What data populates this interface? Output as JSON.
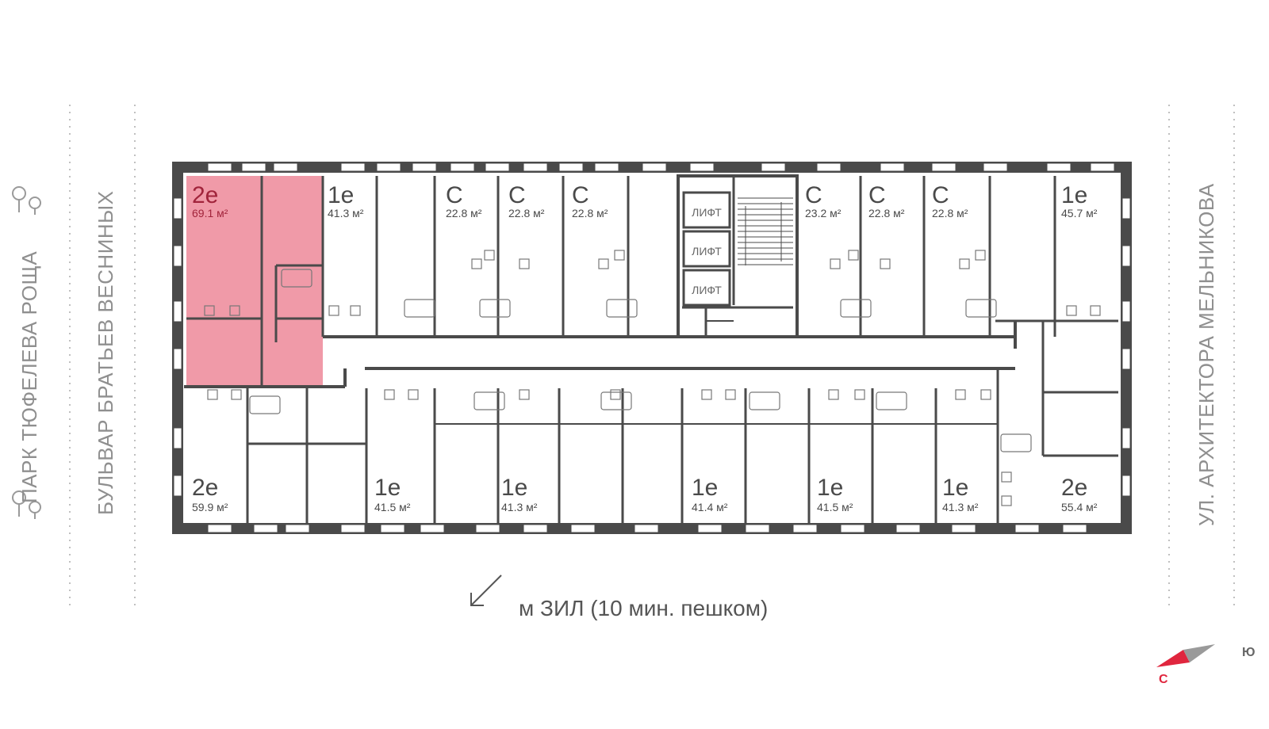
{
  "streets": {
    "park": "ПАРК ТЮФЕЛЕВА РОЩА",
    "boulevard": "БУЛЬВАР БРАТЬЕВ ВЕСНИНЫХ",
    "street_right": "УЛ. АРХИТЕКТОРА МЕЛЬНИКОВА"
  },
  "metro": "м ЗИЛ (10 мин. пешком)",
  "compass": {
    "north": "С",
    "south": "Ю"
  },
  "colors": {
    "wall": "#4a4a4a",
    "highlight": "#f09aa8",
    "highlight_text": "#a1243b",
    "dotted": "#c0c0c0",
    "compass_red": "#e0263e",
    "compass_gray": "#9a9a9a"
  },
  "elevator_label": "ЛИФТ",
  "apartments_top": [
    {
      "type": "2е",
      "area": "69.1 м²",
      "selected": true
    },
    {
      "type": "1е",
      "area": "41.3 м²"
    },
    {
      "type": "С",
      "area": "22.8 м²"
    },
    {
      "type": "С",
      "area": "22.8 м²"
    },
    {
      "type": "С",
      "area": "22.8 м²"
    },
    {
      "type": "С",
      "area": "23.2 м²"
    },
    {
      "type": "С",
      "area": "22.8 м²"
    },
    {
      "type": "С",
      "area": "22.8 м²"
    },
    {
      "type": "1е",
      "area": "45.7 м²"
    }
  ],
  "apartments_bottom": [
    {
      "type": "2е",
      "area": "59.9 м²"
    },
    {
      "type": "1е",
      "area": "41.5 м²"
    },
    {
      "type": "1е",
      "area": "41.3 м²"
    },
    {
      "type": "1е",
      "area": "41.4 м²"
    },
    {
      "type": "1е",
      "area": "41.5 м²"
    },
    {
      "type": "1е",
      "area": "41.3 м²"
    },
    {
      "type": "2е",
      "area": "55.4 м²"
    }
  ]
}
